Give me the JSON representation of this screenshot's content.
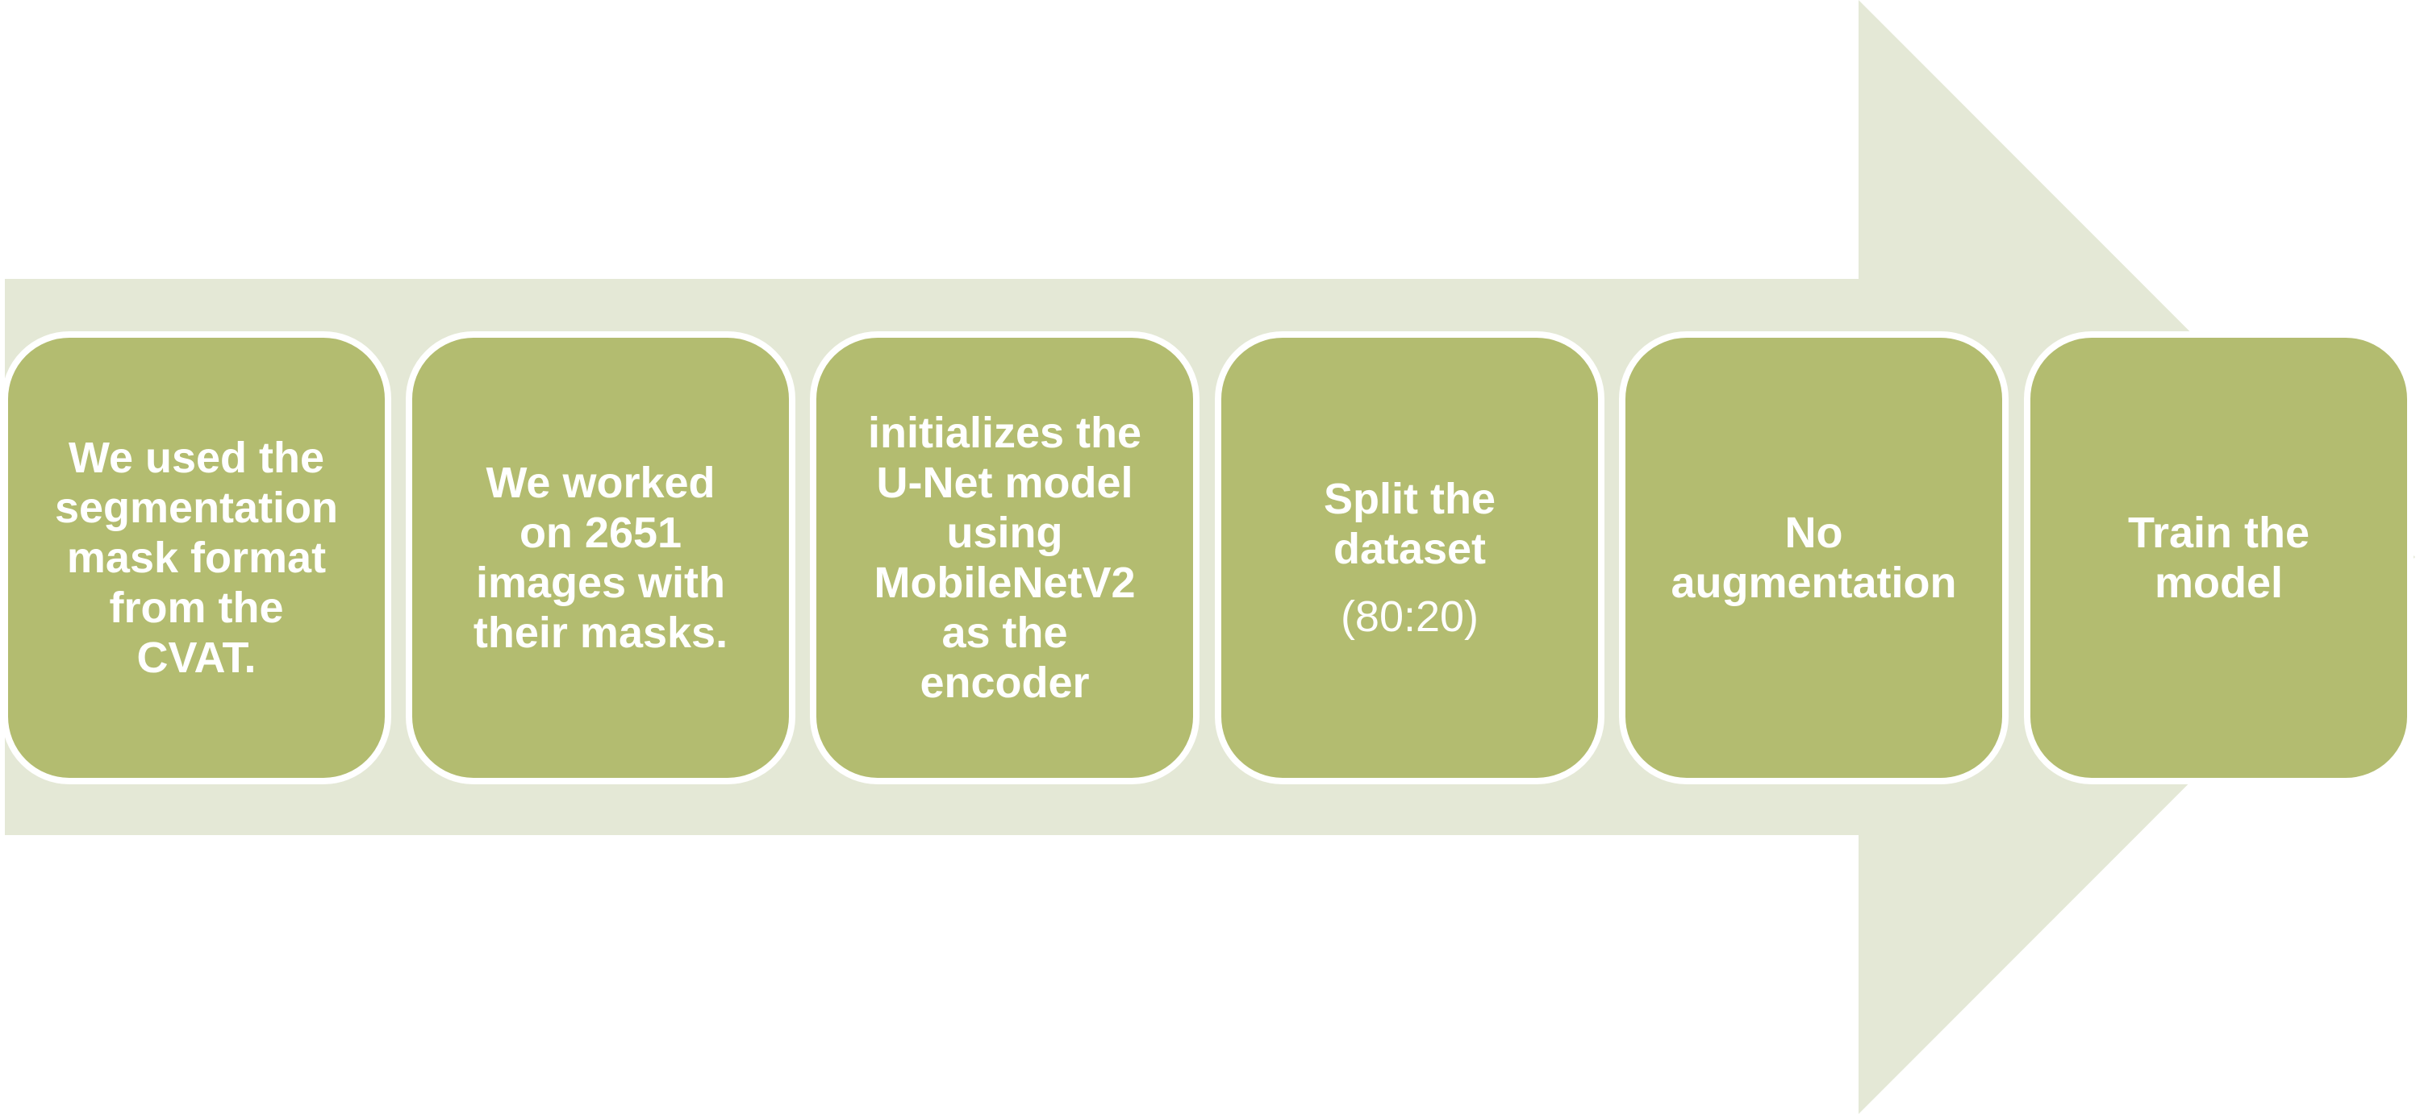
{
  "colors": {
    "arrow_fill": "#e4e8d6",
    "box_fill": "#b3bc70",
    "box_border": "#ffffff",
    "text": "#ffffff"
  },
  "shapes": {
    "background": "block-arrow-right",
    "steps": "rounded-rectangle"
  },
  "steps": [
    {
      "lines": [
        "We used the",
        "segmentation",
        "mask format",
        "from the",
        "CVAT."
      ]
    },
    {
      "lines": [
        "We worked",
        "on 2651",
        "images with",
        "their masks."
      ]
    },
    {
      "lines": [
        "initializes the",
        "U-Net model",
        "using",
        "MobileNetV2",
        "as the",
        "encoder"
      ]
    },
    {
      "lines": [
        "Split the",
        "dataset"
      ],
      "extra": "(80:20)"
    },
    {
      "lines": [
        "No",
        "augmentation"
      ]
    },
    {
      "lines": [
        "Train the",
        "model"
      ]
    }
  ]
}
